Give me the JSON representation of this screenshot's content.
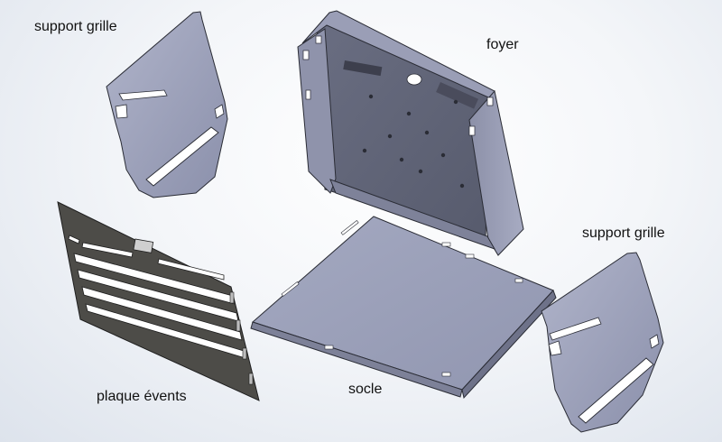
{
  "labels": {
    "support_grille_left": "support grille",
    "foyer": "foyer",
    "support_grille_right": "support grille",
    "plaque_events": "plaque évents",
    "socle": "socle"
  },
  "colors": {
    "sheet_metal_light": "#a7abc2",
    "sheet_metal_mid": "#8e93ad",
    "sheet_metal_dark": "#5f6377",
    "plate_dark": "#4f4e4a",
    "edge": "#2a2c35",
    "slot": "#ffffff"
  }
}
